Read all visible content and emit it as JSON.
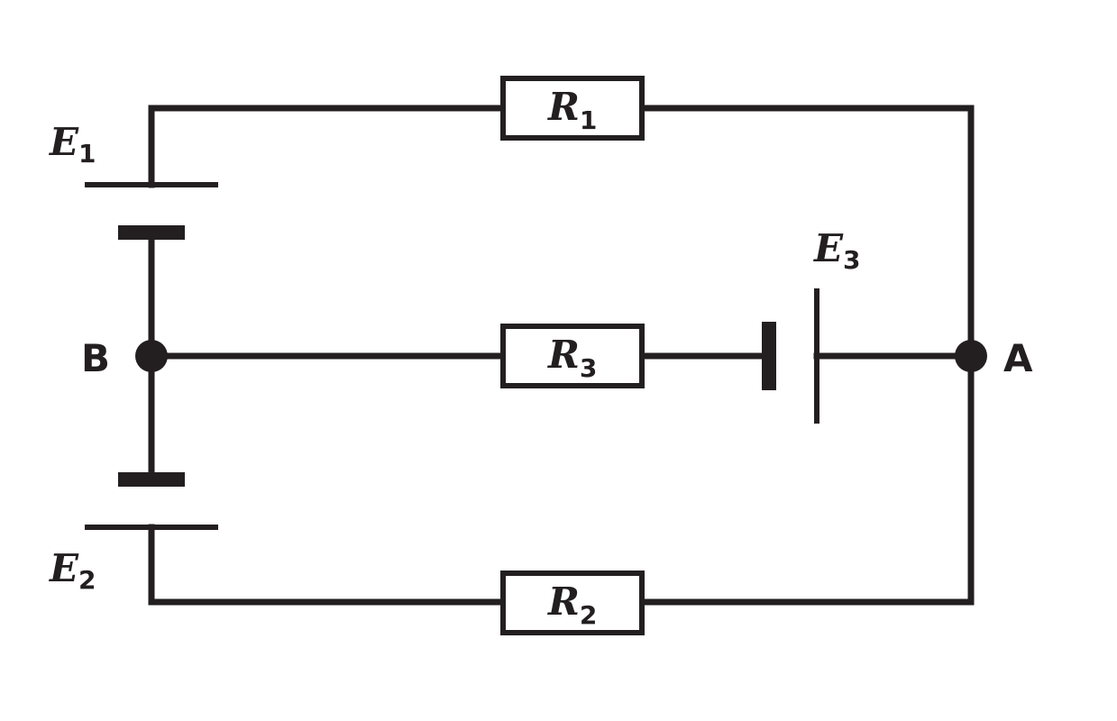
{
  "components": {
    "r1": {
      "symbol": "R",
      "subscript": "1"
    },
    "r2": {
      "symbol": "R",
      "subscript": "2"
    },
    "r3": {
      "symbol": "R",
      "subscript": "3"
    },
    "e1": {
      "symbol": "E",
      "subscript": "1"
    },
    "e2": {
      "symbol": "E",
      "subscript": "2"
    },
    "e3": {
      "symbol": "E",
      "subscript": "3"
    }
  },
  "nodes": {
    "a": {
      "label": "A"
    },
    "b": {
      "label": "B"
    }
  },
  "colors": {
    "ink": "#231f20",
    "background": "#ffffff"
  }
}
